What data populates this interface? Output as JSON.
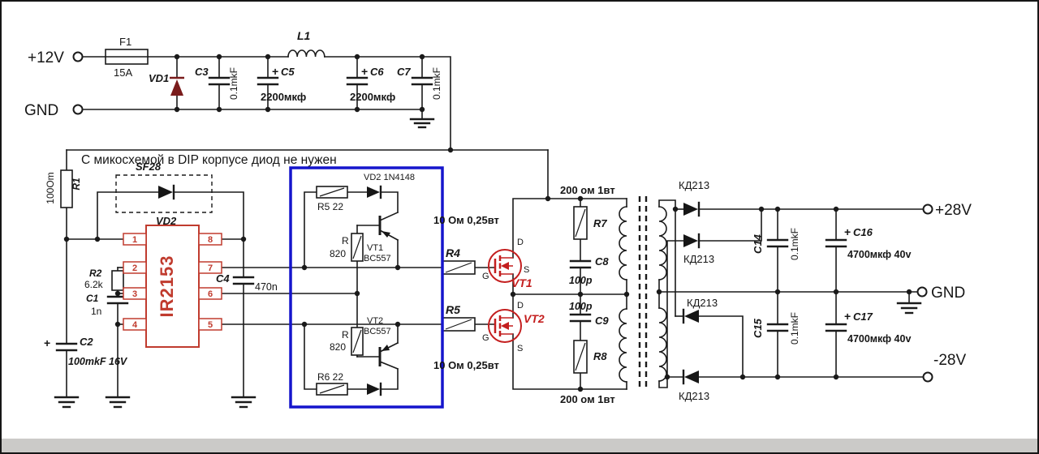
{
  "schematic": {
    "note": "С микосхемой в DIP корпусе диод не нужен",
    "input": {
      "terminal_12v": "+12V",
      "terminal_gnd": "GND",
      "fuse": {
        "name": "F1",
        "value": "15A"
      },
      "vd1": {
        "name": "VD1"
      },
      "c3": {
        "name": "C3",
        "value": "0.1mkF"
      },
      "l1": {
        "name": "L1"
      },
      "c5": {
        "plus": "+",
        "name": "C5",
        "value": "2200мкф"
      },
      "c6": {
        "plus": "+",
        "name": "C6",
        "value": "2200мкф"
      },
      "c7": {
        "name": "C7",
        "value": "0.1mkF"
      }
    },
    "driver": {
      "r1": {
        "name": "R1",
        "value": "100Om"
      },
      "sf28": {
        "name": "SF28",
        "ref": "VD2"
      },
      "r2": {
        "name": "R2",
        "value": "6.2k"
      },
      "c1": {
        "name": "C1",
        "value": "1n"
      },
      "c2": {
        "plus": "+",
        "name": "C2",
        "value": "100mkF 16V"
      },
      "c4": {
        "name": "C4",
        "value": "470n"
      },
      "ic": {
        "name": "IR2153",
        "pins_left": [
          "1",
          "2",
          "3",
          "4"
        ],
        "pins_right": [
          "8",
          "7",
          "6",
          "5"
        ]
      }
    },
    "buffer": {
      "r5": "R5 22",
      "vd2": "VD2 1N4148",
      "vt1": {
        "name": "VT1",
        "part": "BC557"
      },
      "r_top": {
        "name": "R",
        "value": "820"
      },
      "vt2": {
        "name": "VT2",
        "part": "BC557"
      },
      "r_bot": {
        "name": "R",
        "value": "820"
      },
      "r6": "R6 22"
    },
    "gate": {
      "r4": {
        "name": "R4",
        "rating": "10 Ом 0,25вт"
      },
      "r5": {
        "name": "R5",
        "rating": "10 Ом 0,25вт"
      }
    },
    "mosfet": {
      "vt1": "VT1",
      "vt2": "VT2",
      "gate": "G",
      "drain": "D",
      "source": "S"
    },
    "snubber": {
      "top_rating": "200 ом 1вт",
      "r7": "R7",
      "c8": {
        "name": "C8",
        "value": "100p"
      },
      "c9": {
        "name": "C9",
        "value": "100p"
      },
      "r8": "R8",
      "bottom_rating": "200 ом 1вт"
    },
    "secondary": {
      "rectifier_diode": "КД213",
      "c14": {
        "name": "C14",
        "value": "0.1mkF"
      },
      "c15": {
        "name": "C15",
        "value": "0.1mkF"
      },
      "c16": {
        "plus": "+",
        "name": "C16",
        "value": "4700мкф 40v"
      },
      "c17": {
        "plus": "+",
        "name": "C17",
        "value": "4700мкф 40v"
      },
      "out_pos": "+28V",
      "out_gnd": "GND",
      "out_neg": "-28V"
    }
  }
}
